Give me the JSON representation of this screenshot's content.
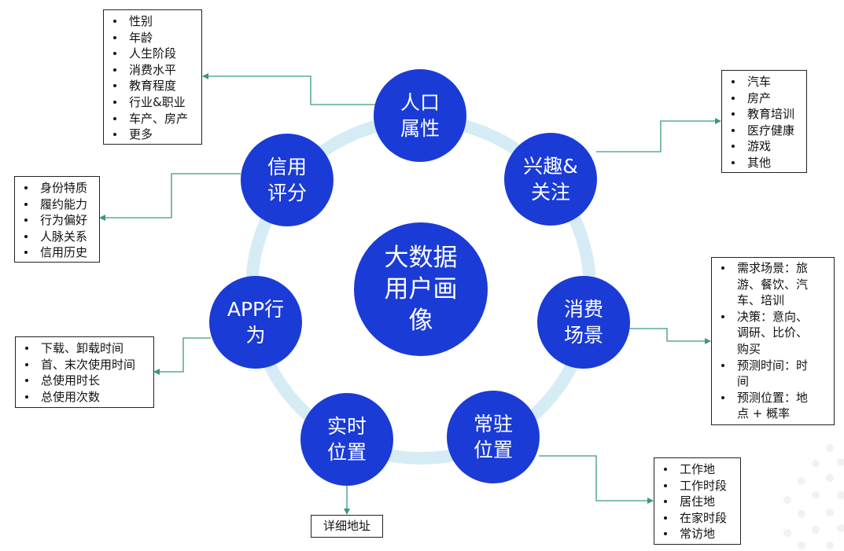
{
  "colors": {
    "node": "#1a3bd6",
    "ring": "#d6ecf5",
    "connector": "#3a9a78",
    "border": "#222222"
  },
  "center": {
    "label": "大数据\n用户画\n像"
  },
  "nodes": {
    "demographics": "人口\n属性",
    "interests": "兴趣&\n关注",
    "consumption": "消费\n场景",
    "residence": "常驻\n位置",
    "realtime": "实时\n位置",
    "app": "APP行\n为",
    "credit": "信用\n评分"
  },
  "boxes": {
    "demographics": [
      "性别",
      "年龄",
      "人生阶段",
      "消费水平",
      "教育程度",
      "行业&职业",
      "车产、房产",
      "更多"
    ],
    "interests": [
      "汽车",
      "房产",
      "教育培训",
      "医疗健康",
      "游戏",
      "其他"
    ],
    "consumption": [
      "需求场景：旅\n游、餐饮、汽\n车、培训",
      "决策：意向、\n调研、比价、\n购买",
      "预测时间：时\n间",
      "预测位置：地\n点 + 概率"
    ],
    "residence": [
      "工作地",
      "工作时段",
      "居住地",
      "在家时段",
      "常访地"
    ],
    "realtime": "详细地址",
    "app": [
      "下载、卸载时间",
      "首、末次使用时间",
      "总使用时长",
      "总使用次数"
    ],
    "credit": [
      "身份特质",
      "履约能力",
      "行为偏好",
      "人脉关系",
      "信用历史"
    ]
  }
}
